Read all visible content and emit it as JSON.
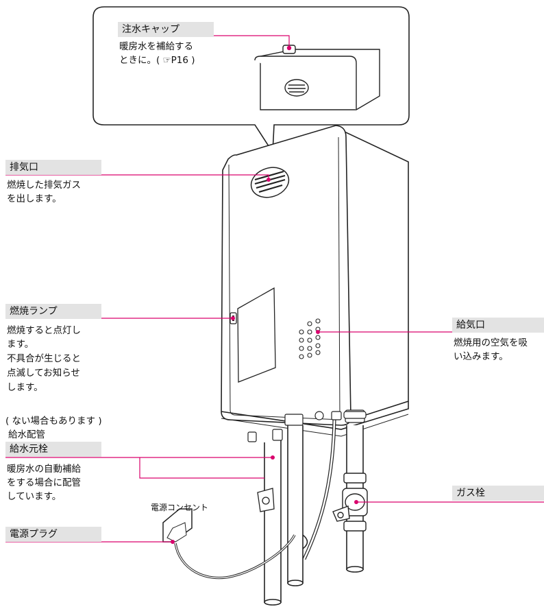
{
  "callout": {
    "title": "注水キャップ",
    "line1": "暖房水を補給する",
    "line2": "ときに。( ☞P16 )"
  },
  "labels": {
    "exhaust": {
      "title": "排気口",
      "line1": "燃焼した排気ガス",
      "line2": "を出します。"
    },
    "lamp": {
      "title": "燃焼ランプ",
      "line1": "燃焼すると点灯し",
      "line2": "ます。",
      "line3": "不具合が生じると",
      "line4": "点滅してお知らせ",
      "line5": "します。"
    },
    "intake": {
      "title": "給気口",
      "line1": "燃焼用の空気を吸",
      "line2": "い込みます。"
    },
    "water": {
      "note": "( ない場合もあります )",
      "title1": "給水配管",
      "title2": "給水元栓",
      "line1": "暖房水の自動補給",
      "line2": "をする場合に配管",
      "line3": "しています。"
    },
    "gas": {
      "title": "ガス栓"
    },
    "outlet": {
      "text": "電源コンセント"
    },
    "plug": {
      "title": "電源プラグ"
    }
  },
  "colors": {
    "leader": "#d9006c",
    "header_bg": "#e3e3e3",
    "line": "#222222"
  }
}
